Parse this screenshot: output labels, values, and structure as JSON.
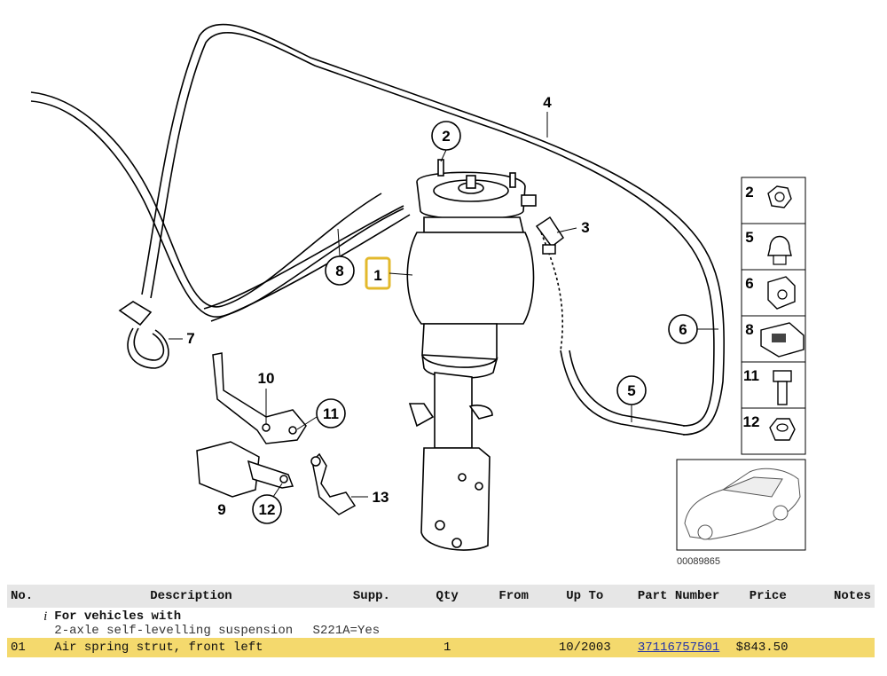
{
  "diagram": {
    "callouts": [
      "1",
      "2",
      "3",
      "4",
      "5",
      "6",
      "7",
      "8",
      "9",
      "10",
      "11",
      "12",
      "13"
    ],
    "legend": [
      "2",
      "5",
      "6",
      "8",
      "11",
      "12"
    ],
    "image_code": "00089865",
    "highlight_color": "#e3b92c"
  },
  "table": {
    "headers": [
      "No.",
      "Description",
      "Supp.",
      "Qty",
      "From",
      "Up To",
      "Part Number",
      "Price",
      "Notes"
    ],
    "info": {
      "icon": "i",
      "line1": "For vehicles with",
      "line2": "2-axle self-levelling suspension",
      "line2_code": "S221A=Yes"
    },
    "rows": [
      {
        "no": "01",
        "description": "Air spring strut, front left",
        "supp": "",
        "qty": "1",
        "from": "",
        "up_to": "10/2003",
        "part_number": "37116757501",
        "price": "$843.50",
        "notes": ""
      }
    ],
    "selected_color": "#f4d96d"
  }
}
